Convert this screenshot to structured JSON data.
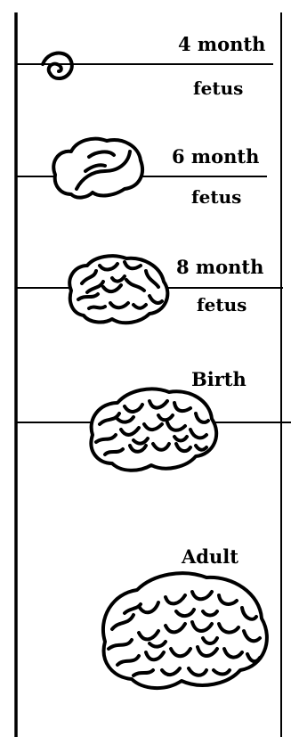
{
  "stages": [
    {
      "label": "4 month",
      "sublabel": "fetus",
      "icon": "brain-4-month-icon"
    },
    {
      "label": "6 month",
      "sublabel": "fetus",
      "icon": "brain-6-month-icon"
    },
    {
      "label": "8 month",
      "sublabel": "fetus",
      "icon": "brain-8-month-icon"
    },
    {
      "label": "Birth",
      "sublabel": "",
      "icon": "brain-birth-icon"
    },
    {
      "label": "Adult",
      "sublabel": "",
      "icon": "brain-adult-icon"
    }
  ],
  "colors": {
    "ink": "#000000",
    "background": "#ffffff"
  }
}
